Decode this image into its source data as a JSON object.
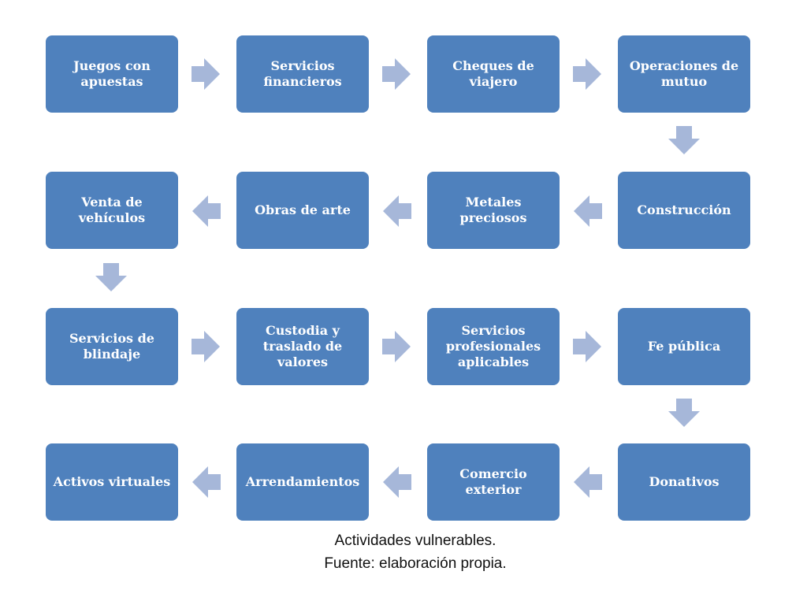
{
  "diagram": {
    "rows": [
      [
        "Juegos con\napuestas",
        "Servicios\nfinancieros",
        "Cheques de\nviajero",
        "Operaciones de\nmutuo"
      ],
      [
        "Venta de\nvehículos",
        "Obras de arte",
        "Metales preciosos",
        "Construcción"
      ],
      [
        "Servicios de\nblindaje",
        "Custodia y\ntraslado de\nvalores",
        "Servicios\nprofesionales\naplicables",
        "Fe pública"
      ],
      [
        "Activos virtuales",
        "Arrendamientos",
        "Comercio exterior",
        "Donativos"
      ]
    ],
    "colors": {
      "box": "#4f81bd",
      "arrow": "#a6b7d9",
      "box_text": "#ffffff"
    }
  },
  "caption": {
    "line1": "Actividades vulnerables.",
    "line2": "Fuente: elaboración propia."
  }
}
